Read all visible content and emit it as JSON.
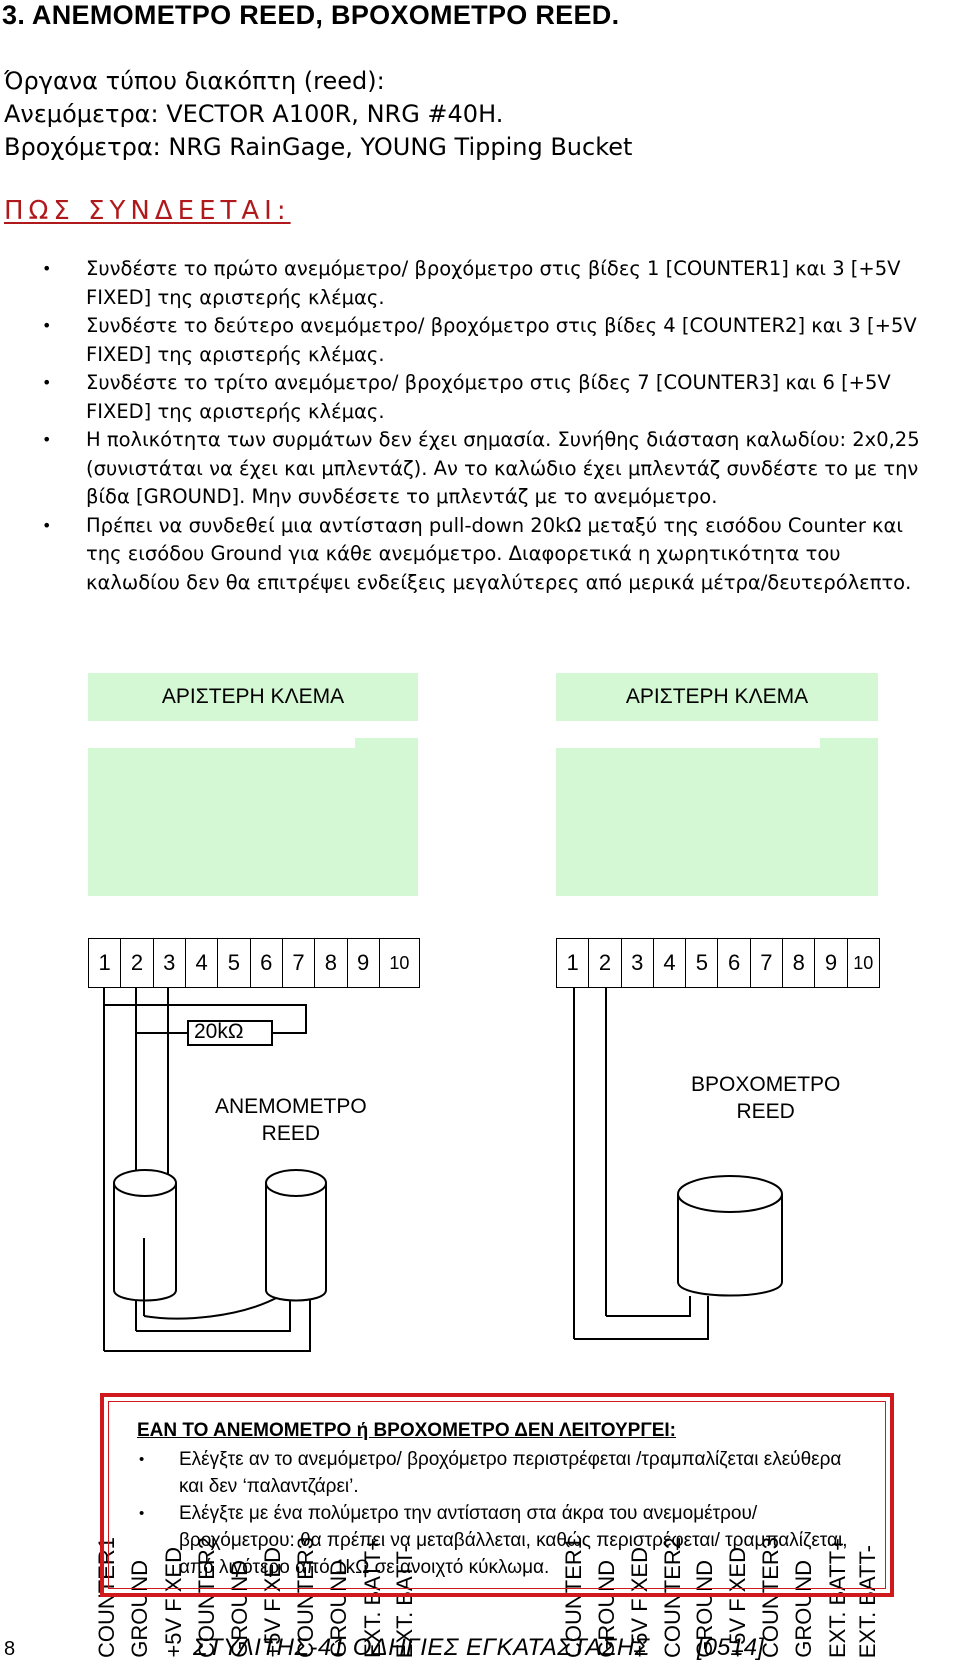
{
  "section_title": "3. ΑΝΕΜΟΜΕΤΡΟ REED, ΒΡΟΧΟΜΕΤΡΟ REED.",
  "intro": [
    "Όργανα τύπου διακόπτη (reed):",
    "Ανεμόμετρα: VECTOR A100R, NRG #40H.",
    "Βροχόμετρα: NRG RainGage, YOUNG Tipping Bucket"
  ],
  "how_to_title": "ΠΩΣ ΣΥΝΔΕΕΤΑΙ:",
  "bullets": [
    "Συνδέστε το πρώτο ανεμόμετρο/ βροχόμετρο στις βίδες 1 [COUNTER1] και 3 [+5V FIXED] της αριστερής κλέμας.",
    "Συνδέστε το δεύτερο ανεμόμετρο/ βροχόμετρο στις βίδες 4 [COUNTER2] και 3 [+5V FIXED] της αριστερής κλέμας.",
    "Συνδέστε το τρίτο ανεμόμετρο/ βροχόμετρο στις βίδες 7 [COUNTER3] και 6 [+5V FIXED] της αριστερής κλέμας.",
    "Η πολικότητα των συρμάτων δεν έχει σημασία. Συνήθης διάσταση καλωδίου: 2x0,25 (συνιστάται να έχει και μπλεντάζ). Αν το καλώδιο έχει μπλεντάζ συνδέστε το με την βίδα [GROUND]. Μην συνδέσετε το μπλεντάζ με το ανεμόμετρο.",
    "Πρέπει να συνδεθεί μια αντίσταση pull-down 20kΩ μεταξύ της εισόδου Counter και της εισόδου Ground για κάθε ανεμόμετρο. Διαφορετικά η χωρητικότητα του καλωδίου δεν θα επιτρέψει ενδείξεις μεγαλύτερες από μερικά μέτρα/δευτερόλεπτο."
  ],
  "diagram_left": {
    "header": "ΑΡΙΣΤΕΡΗ ΚΛΕΜΑ",
    "terminals": [
      "COUNTER1",
      "GROUND",
      "+5V FIXED",
      "COUNTER2",
      "GROUND",
      "+5V FIXED",
      "COUNTER3",
      "GROUND",
      "EXT. BATT+",
      "EXT. BATT-"
    ],
    "numbers": [
      "1",
      "2",
      "3",
      "4",
      "5",
      "6",
      "7",
      "8",
      "9",
      "10"
    ],
    "resistor_label": "20kΩ",
    "device_label": [
      "ΑΝΕΜΟΜΕΤΡΟ",
      "REED"
    ]
  },
  "diagram_right": {
    "header": "ΑΡΙΣΤΕΡΗ ΚΛΕΜΑ",
    "terminals": [
      "COUNTER1",
      "GROUND",
      "+5V FIXED",
      "COUNTER2",
      "GROUND",
      "+5V FIXED",
      "COUNTER3",
      "GROUND",
      "EXT. BATT+",
      "EXT. BATT-"
    ],
    "numbers": [
      "1",
      "2",
      "3",
      "4",
      "5",
      "6",
      "7",
      "8",
      "9",
      "10"
    ],
    "device_label": [
      "ΒΡΟΧΟΜΕΤΡΟ",
      "REED"
    ]
  },
  "warning": {
    "title": "ΕΑΝ ΤΟ ΑΝΕΜΟΜΕΤΡΟ ή ΒΡΟΧΟΜΕΤΡΟ ΔΕΝ ΛΕΙΤΟΥΡΓΕΙ:",
    "items": [
      "Ελέγξτε αν το ανεμόμετρο/ βροχόμετρο περιστρέφεται /τραμπαλίζεται ελεύθερα και δεν ‘παλαντζάρει’.",
      "Ελέγξτε με ένα πολύμετρο την αντίσταση στα άκρα του ανεμομέτρου/ βροχόμετρου: θα πρέπει να μεταβάλλεται, καθώς περιστρέφεται/ τραμπαλίζεται, από λιγότερο από 1kΩ σε ανοιχτό κύκλωμα."
    ]
  },
  "footer": {
    "page_number": "8",
    "title": "ΣΤΥΛΙΤΗΣ-41 ΟΔΗΓΙΕΣ ΕΓΚΑΤΑΣΤΑΣΗΣ",
    "code": "[0514]"
  }
}
